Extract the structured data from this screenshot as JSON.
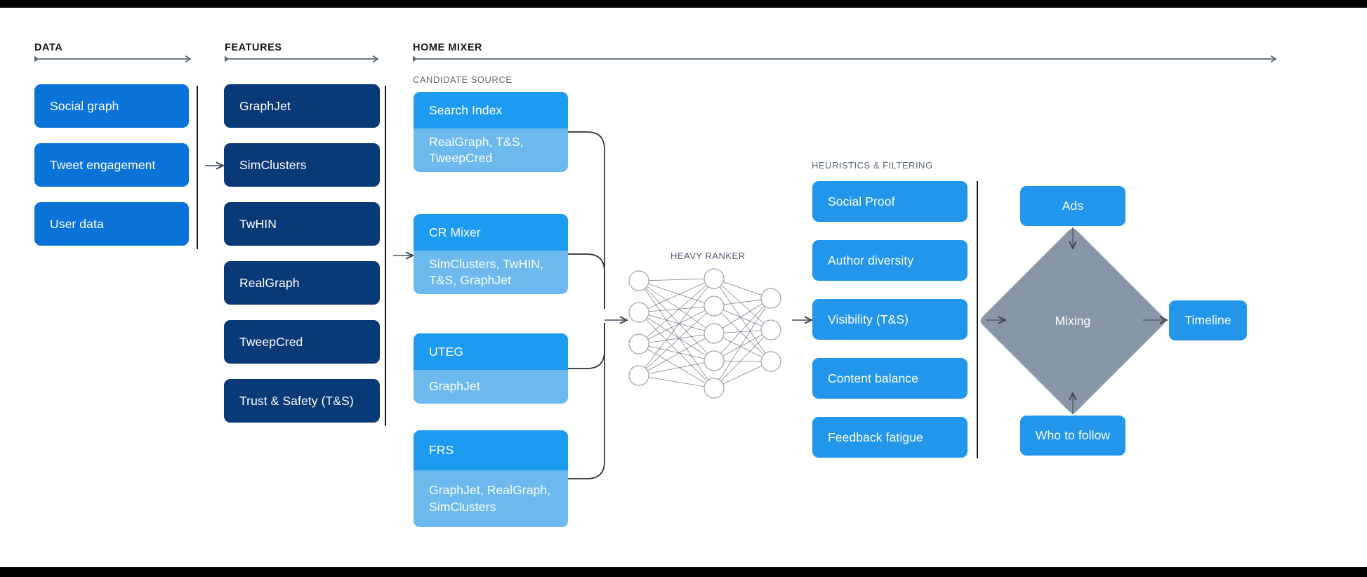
{
  "sections": {
    "data": {
      "title": "DATA"
    },
    "features": {
      "title": "FEATURES"
    },
    "home_mixer": {
      "title": "HOME MIXER"
    },
    "candidate_source": {
      "title": "CANDIDATE SOURCE"
    },
    "heavy_ranker": {
      "title": "HEAVY RANKER"
    },
    "heuristics": {
      "title": "HEURISTICS & FILTERING"
    }
  },
  "data_boxes": [
    {
      "label": "Social graph"
    },
    {
      "label": "Tweet engagement"
    },
    {
      "label": "User data"
    }
  ],
  "feature_boxes": [
    {
      "label": "GraphJet"
    },
    {
      "label": "SimClusters"
    },
    {
      "label": "TwHIN"
    },
    {
      "label": "RealGraph"
    },
    {
      "label": "TweepCred"
    },
    {
      "label": "Trust & Safety (T&S)"
    }
  ],
  "candidate_sources": [
    {
      "name": "Search Index",
      "features": "RealGraph, T&S, TweepCred"
    },
    {
      "name": "CR Mixer",
      "features": "SimClusters, TwHIN, T&S, GraphJet"
    },
    {
      "name": "UTEG",
      "features": "GraphJet"
    },
    {
      "name": "FRS",
      "features": "GraphJet, RealGraph, SimClusters"
    }
  ],
  "heuristics_boxes": [
    {
      "label": "Social Proof"
    },
    {
      "label": "Author diversity"
    },
    {
      "label": "Visibility (T&S)"
    },
    {
      "label": "Content balance"
    },
    {
      "label": "Feedback fatigue"
    }
  ],
  "output": {
    "ads": "Ads",
    "mixing": "Mixing",
    "who_to_follow": "Who to follow",
    "timeline": "Timeline"
  },
  "neural_net": {
    "input_nodes": 4,
    "hidden_nodes": 5,
    "output_nodes": 3
  },
  "colors": {
    "data_blue": "#0a73d8",
    "features_navy": "#0a3977",
    "candidate_head": "#1d9bf0",
    "candidate_body": "#6cb9ee",
    "heuristics_blue": "#2196ea",
    "mixing_gray": "#8897a8",
    "line_dark": "#111418",
    "arrow_gray": "#5a6472",
    "background": "#ffffff",
    "bar_black": "#000000"
  }
}
